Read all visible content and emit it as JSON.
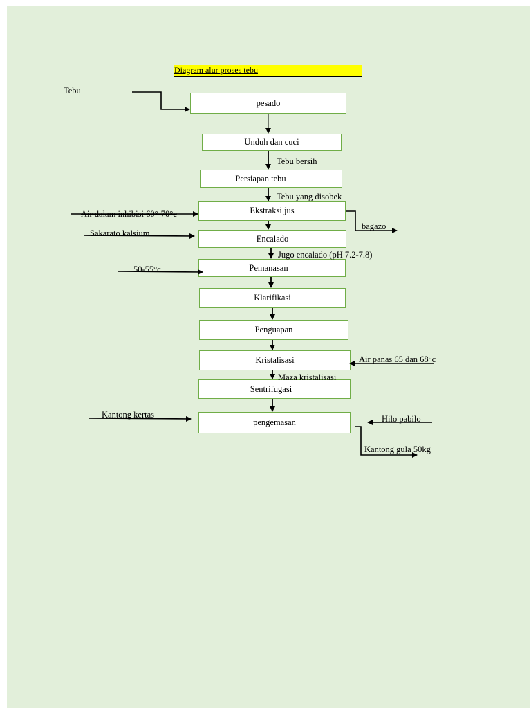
{
  "diagram": {
    "title": "Diagram alur proses tebu",
    "steps": [
      "pesado",
      "Unduh dan cuci",
      "Persiapan tebu",
      "Ekstraksi jus",
      "Encalado",
      "Pemanasan",
      "Klarifikasi",
      "Penguapan",
      "Kristalisasi",
      "Sentrifugasi",
      "pengemasan"
    ],
    "flow_labels": {
      "after_unduh": "Tebu bersih",
      "after_persiapan": "Tebu yang disobek",
      "after_encalado": "Jugo encalado (pH 7.2-7.8)",
      "after_kristalisasi": "Maza kristalisasi"
    },
    "inputs": {
      "tebu": "Tebu",
      "air_inhibisi": "Air dalam inhibisi 60°-70°c",
      "sakarato": "Sakarato kalsium",
      "suhu": "50-55°c",
      "air_panas": "Air panas 65 dan 68°c",
      "kantong_kertas": "Kantong kertas",
      "hilo": "Hilo pabilo"
    },
    "outputs": {
      "bagazo": "bagazo",
      "kantong_gula": "Kantong gula 50kg"
    }
  }
}
